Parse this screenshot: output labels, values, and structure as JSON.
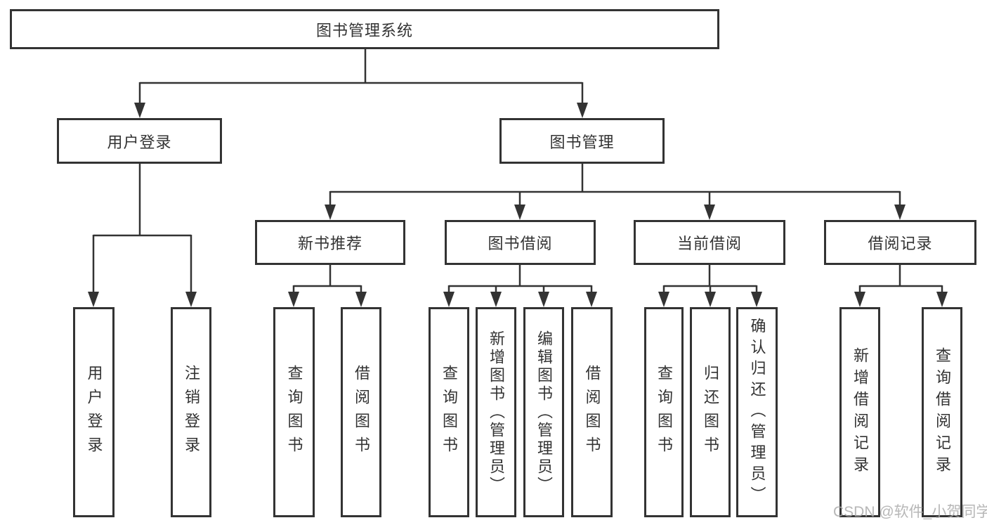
{
  "tree": {
    "root": {
      "label": "图书管理系统"
    },
    "branches": [
      {
        "label": "用户登录",
        "children": [
          {
            "label": "用户登录"
          },
          {
            "label": "注销登录"
          }
        ]
      },
      {
        "label": "图书管理",
        "children": [
          {
            "label": "新书推荐",
            "children": [
              {
                "label": "查询图书"
              },
              {
                "label": "借阅图书"
              }
            ]
          },
          {
            "label": "图书借阅",
            "children": [
              {
                "label": "查询图书"
              },
              {
                "label": "新增图书（管理员）"
              },
              {
                "label": "编辑图书（管理员）"
              },
              {
                "label": "借阅图书"
              }
            ]
          },
          {
            "label": "当前借阅",
            "children": [
              {
                "label": "查询图书"
              },
              {
                "label": "归还图书"
              },
              {
                "label": "确认归还（管理员）"
              }
            ]
          },
          {
            "label": "借阅记录",
            "children": [
              {
                "label": "新增借阅记录"
              },
              {
                "label": "查询借阅记录"
              }
            ]
          }
        ]
      }
    ]
  },
  "watermark": {
    "text": "CSDN @软件_小贺同学"
  },
  "colors": {
    "line": "#333333",
    "text": "#333333",
    "box_background": "#ffffff",
    "page_background": "#ffffff",
    "watermark": "#aaaaaa"
  }
}
